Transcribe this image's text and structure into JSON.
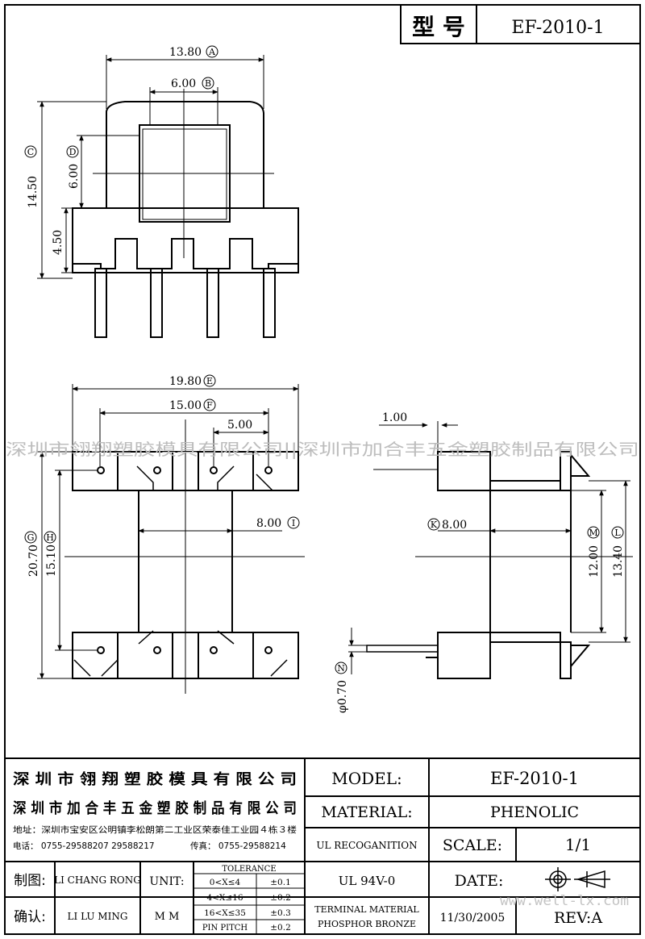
{
  "header": {
    "model_label": "型 号",
    "model_value": "EF-2010-1"
  },
  "dimensions": {
    "top_width": "13.80",
    "top_width_ref": "A",
    "top_inner": "6.00",
    "top_inner_ref": "B",
    "top_height": "14.50",
    "top_height_ref": "C",
    "top_window": "6.00",
    "top_window_ref": "D",
    "top_base": "4.50",
    "bottom_width": "19.80",
    "bottom_width_ref": "E",
    "pin_span": "15.00",
    "pin_span_ref": "F",
    "pin_pitch": "5.00",
    "bottom_length": "20.70",
    "bottom_length_ref": "G",
    "pin_row": "15.10",
    "pin_row_ref": "H",
    "core_width": "8.00",
    "core_width_ref": "I",
    "side_flange": "1.00",
    "side_core": "8.00",
    "side_core_ref": "K",
    "side_inner": "12.00",
    "side_inner_ref": "M",
    "side_outer": "13.40",
    "side_outer_ref": "L",
    "pin_dia": "φ0.70",
    "pin_dia_ref": "N"
  },
  "watermark": {
    "text": "深圳市翎翔塑胶模具有限公司||深圳市加合丰五金塑胶制品有限公司",
    "site": "www.well-lx.com"
  },
  "title_block": {
    "company1": "深 圳 市 翎 翔 塑 胶 模 具 有 限 公 司",
    "company2": "深 圳 市 加 合 丰 五 金 塑 胶 制 品 有 限 公 司",
    "address": "地址：深圳市宝安区公明镇李松朗第二工业区荣泰佳工业园４栋３楼",
    "phone": "电话： 0755-29588207  29588217",
    "fax": "传真： 0755-29588214",
    "model_label": "MODEL:",
    "model_value": "EF-2010-1",
    "material_label": "MATERIAL:",
    "material_value": "PHENOLIC",
    "ul_label": "UL RECOGANITION",
    "ul_value": "UL 94V-0",
    "scale_label": "SCALE:",
    "scale_value": "1/1",
    "date_label": "DATE:",
    "date_value": "11/30/2005",
    "rev_label": "REV:A",
    "terminal1": "TERMINAL MATERIAL",
    "terminal2": "PHOSPHOR  BRONZE",
    "drawn_label": "制图:",
    "drawn_name": "LI CHANG RONG",
    "check_label": "确认:",
    "check_name": "LI LU MING",
    "unit_label": "UNIT:",
    "unit_value": "M M",
    "tolerance_title": "TOLERANCE",
    "tolerances": [
      {
        "range": "0<X≤4",
        "value": "±0.1"
      },
      {
        "range": "4<X≤16",
        "value": "±0.2"
      },
      {
        "range": "16<X≤35",
        "value": "±0.3"
      },
      {
        "range": "PIN PITCH",
        "value": "±0.2"
      }
    ]
  }
}
